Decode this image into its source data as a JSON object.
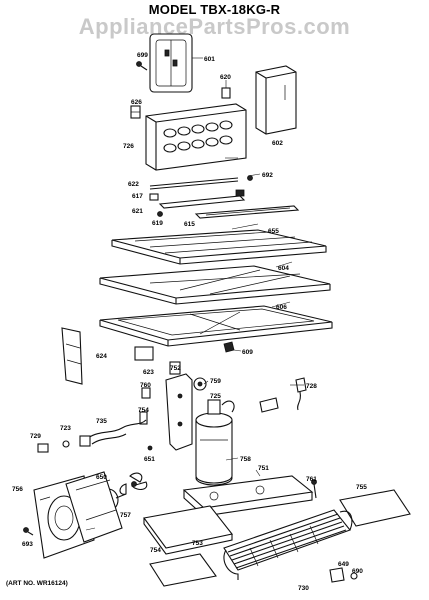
{
  "header": {
    "model": "MODEL TBX-18KG-R",
    "watermark": "AppliancePartsPros.com"
  },
  "footer": {
    "art_no": "(ART NO. WR16124)"
  },
  "labels": {
    "p699": "699",
    "p601": "601",
    "p620": "620",
    "p626": "626",
    "p726": "726",
    "p602": "602",
    "p622": "622",
    "p617": "617",
    "p621": "621",
    "p619": "619",
    "p615": "615",
    "p692": "692",
    "p655": "655",
    "p604": "604",
    "p606": "606",
    "p624": "624",
    "p623": "623",
    "p609": "609",
    "p752": "752",
    "p759": "759",
    "p760": "760",
    "p728": "728",
    "p725": "725",
    "p735": "735",
    "p754a": "754",
    "p729": "729",
    "p723": "723",
    "p751": "751",
    "p758": "758",
    "p650": "650",
    "p651": "651",
    "p756": "756",
    "p757": "757",
    "p693": "693",
    "p761": "761",
    "p755": "755",
    "p753": "753",
    "p754b": "754",
    "p730": "730",
    "p649": "649",
    "p690": "690"
  }
}
